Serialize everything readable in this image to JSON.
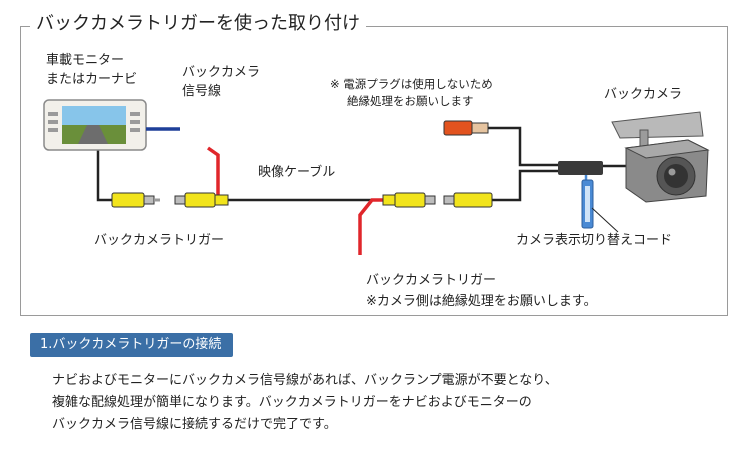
{
  "diagram": {
    "title": "バックカメラトリガーを使った取り付け",
    "labels": {
      "monitor": [
        "車載モニター",
        "またはカーナビ"
      ],
      "signal_line": [
        "バックカメラ",
        "信号線"
      ],
      "power_note": [
        "※ 電源プラグは使用しないため",
        "絶縁処理をお願いします"
      ],
      "back_camera": "バックカメラ",
      "video_cable": "映像ケーブル",
      "trigger_left": "バックカメラトリガー",
      "switch_cord": "カメラ表示切り替えコード",
      "trigger_bottom": [
        "バックカメラトリガー",
        "※カメラ側は絶縁処理をお願いします。"
      ]
    },
    "colors": {
      "rca_yellow": "#f2e41c",
      "trigger_red": "#e0262b",
      "signal_blue": "#1e3f99",
      "power_orange": "#e2531f",
      "cable_black": "#222222",
      "switch_blue": "#4a8ad4"
    },
    "icons": [
      "monitor-icon",
      "camera-icon",
      "rca-connector-icon",
      "power-plug-icon",
      "switch-cord-icon"
    ]
  },
  "section": {
    "heading": "1.バックカメラトリガーの接続",
    "body": [
      "ナビおよびモニターにバックカメラ信号線があれば、バックランプ電源が不要となり、",
      "複雑な配線処理が簡単になります。バックカメラトリガーをナビおよびモニターの",
      "バックカメラ信号線に接続するだけで完了です。"
    ]
  }
}
